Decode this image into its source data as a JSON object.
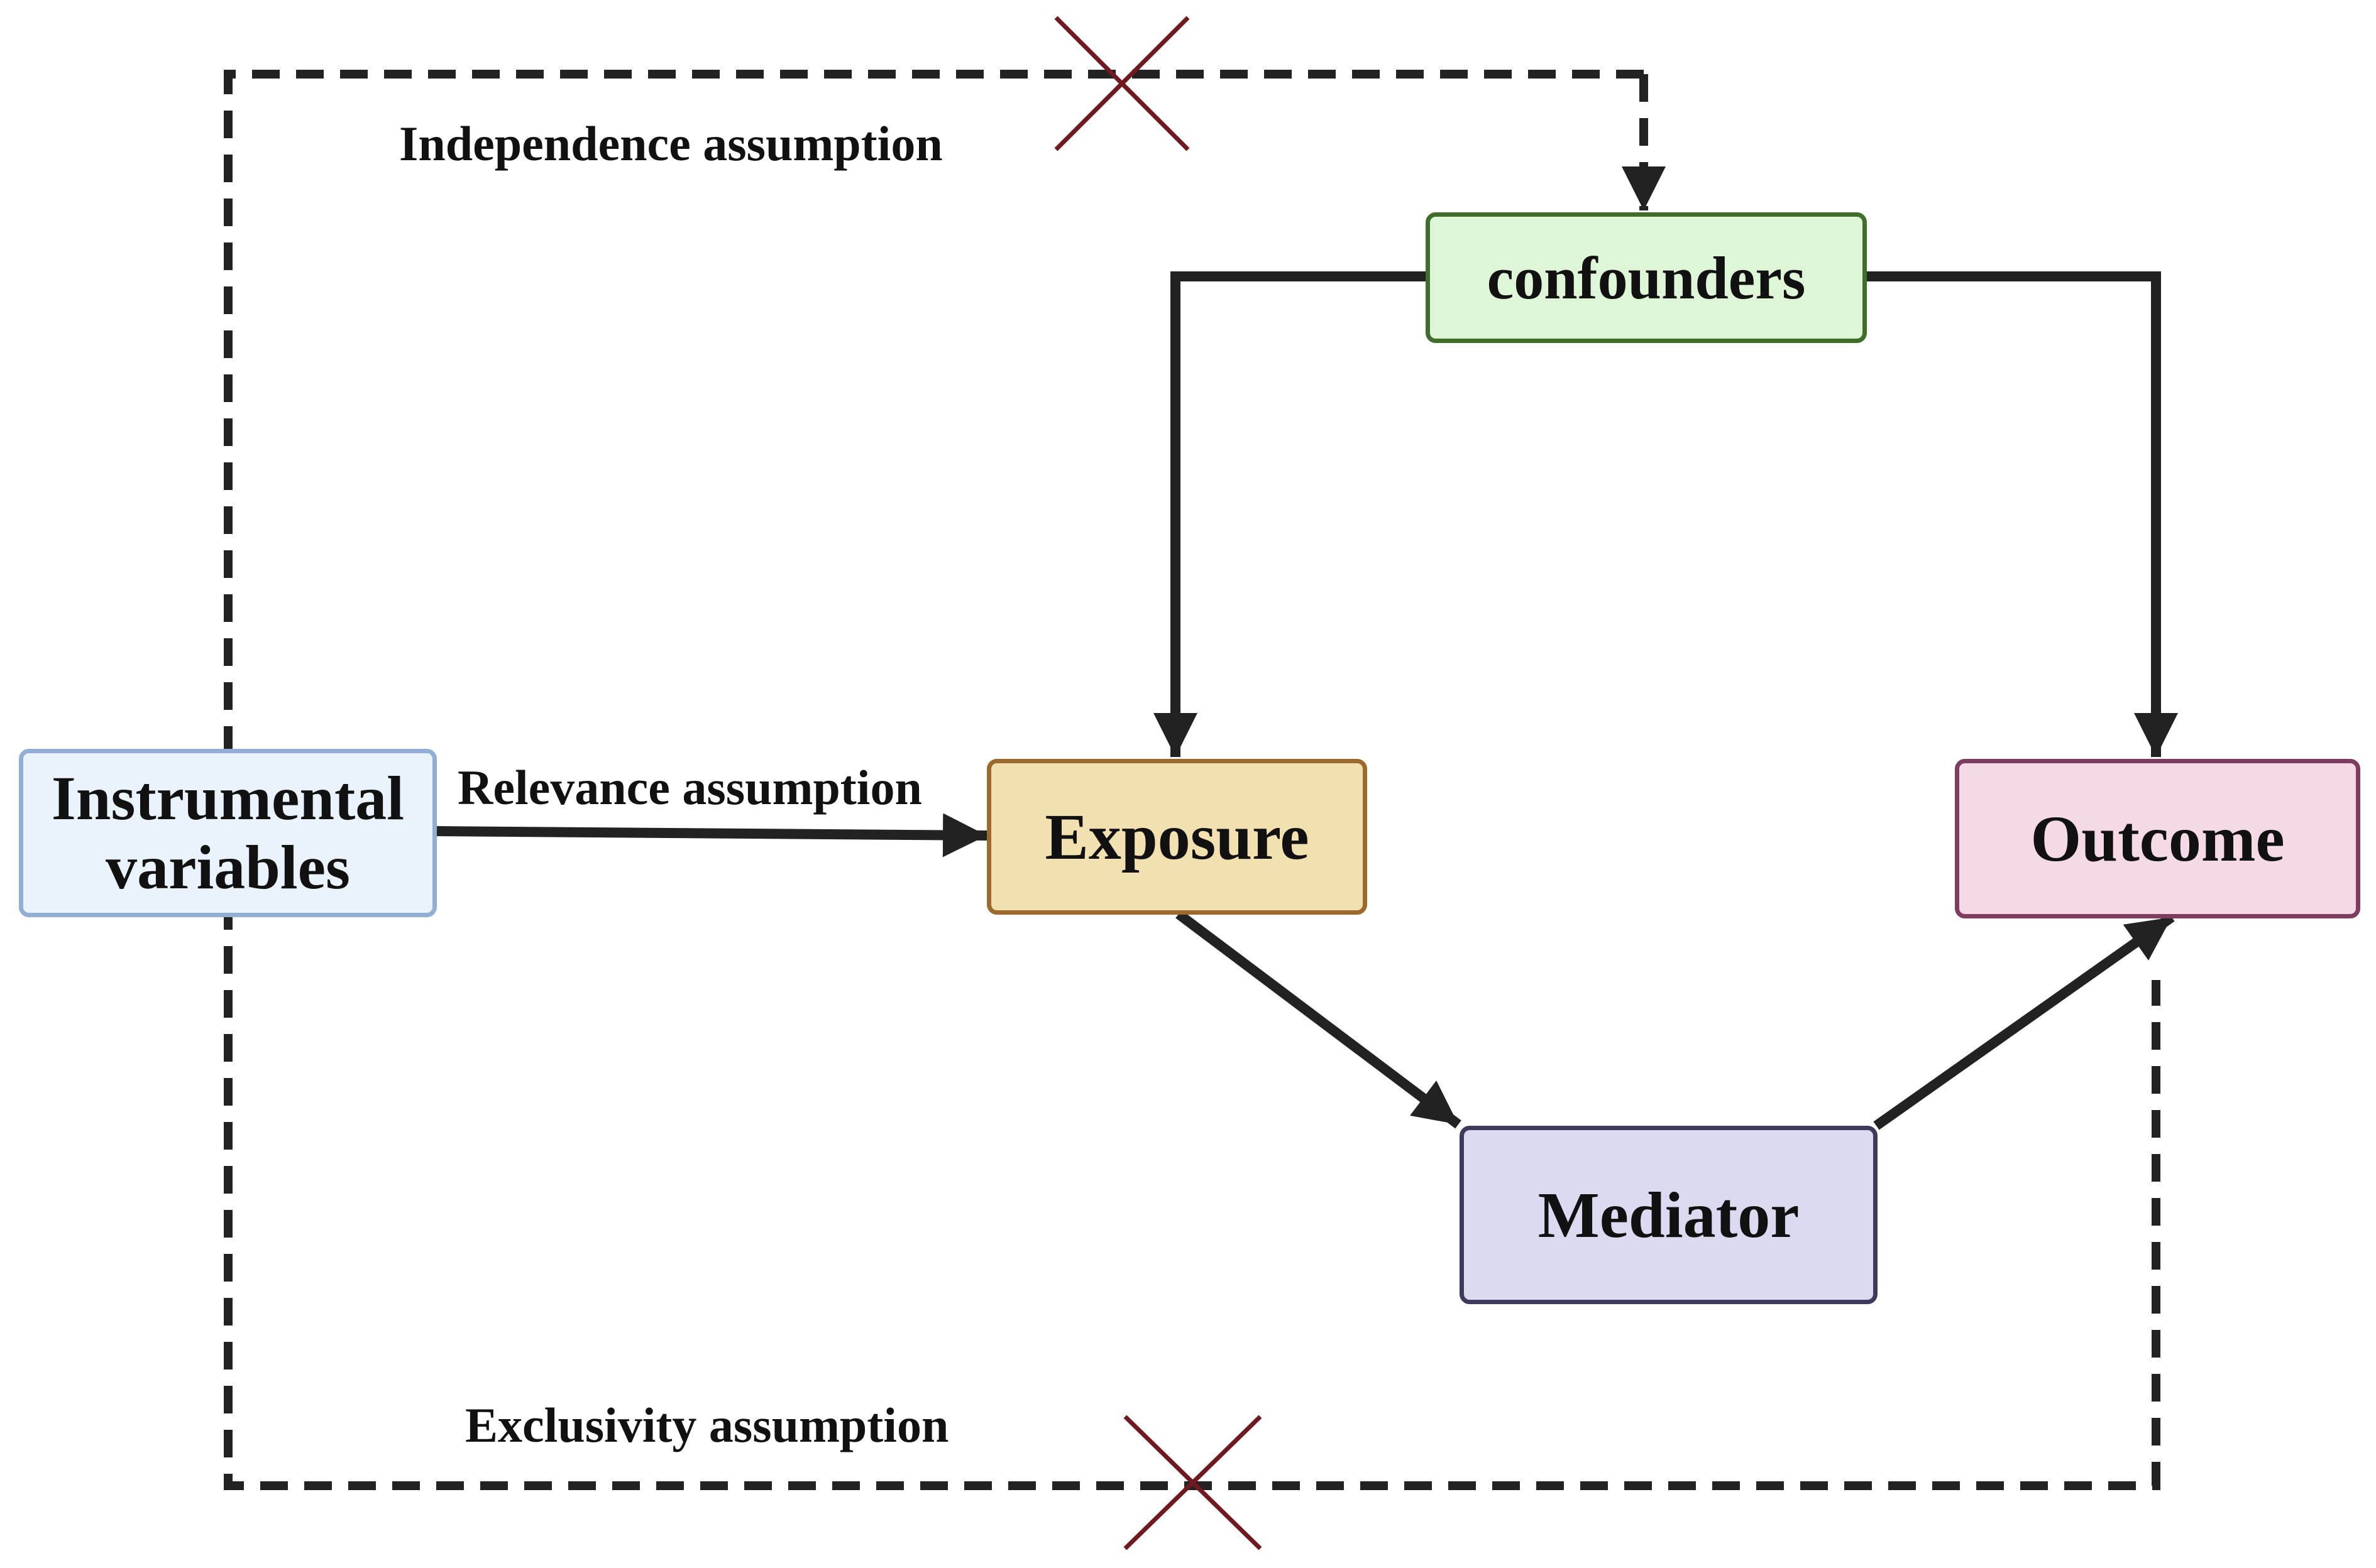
{
  "nodes": {
    "instrumental": {
      "line1": "Instrumental",
      "line2": "variables",
      "fill": "#eaf3fc",
      "border": "#93aed4"
    },
    "confounders": {
      "label": "confounders",
      "fill": "#def5d8",
      "border": "#3f6e2a"
    },
    "exposure": {
      "label": "Exposure",
      "fill": "#f3e0b0",
      "border": "#9c6a2c"
    },
    "outcome": {
      "label": "Outcome",
      "fill": "#f5d9e6",
      "border": "#7e3d5e"
    },
    "mediator": {
      "label": "Mediator",
      "fill": "#dcdaf1",
      "border": "#3d3a5c"
    }
  },
  "labels": {
    "independence": "Independence assumption",
    "relevance": "Relevance assumption",
    "exclusivity": "Exclusivity assumption"
  },
  "colors": {
    "arrow": "#222222",
    "cross": "#6e1a1f"
  }
}
